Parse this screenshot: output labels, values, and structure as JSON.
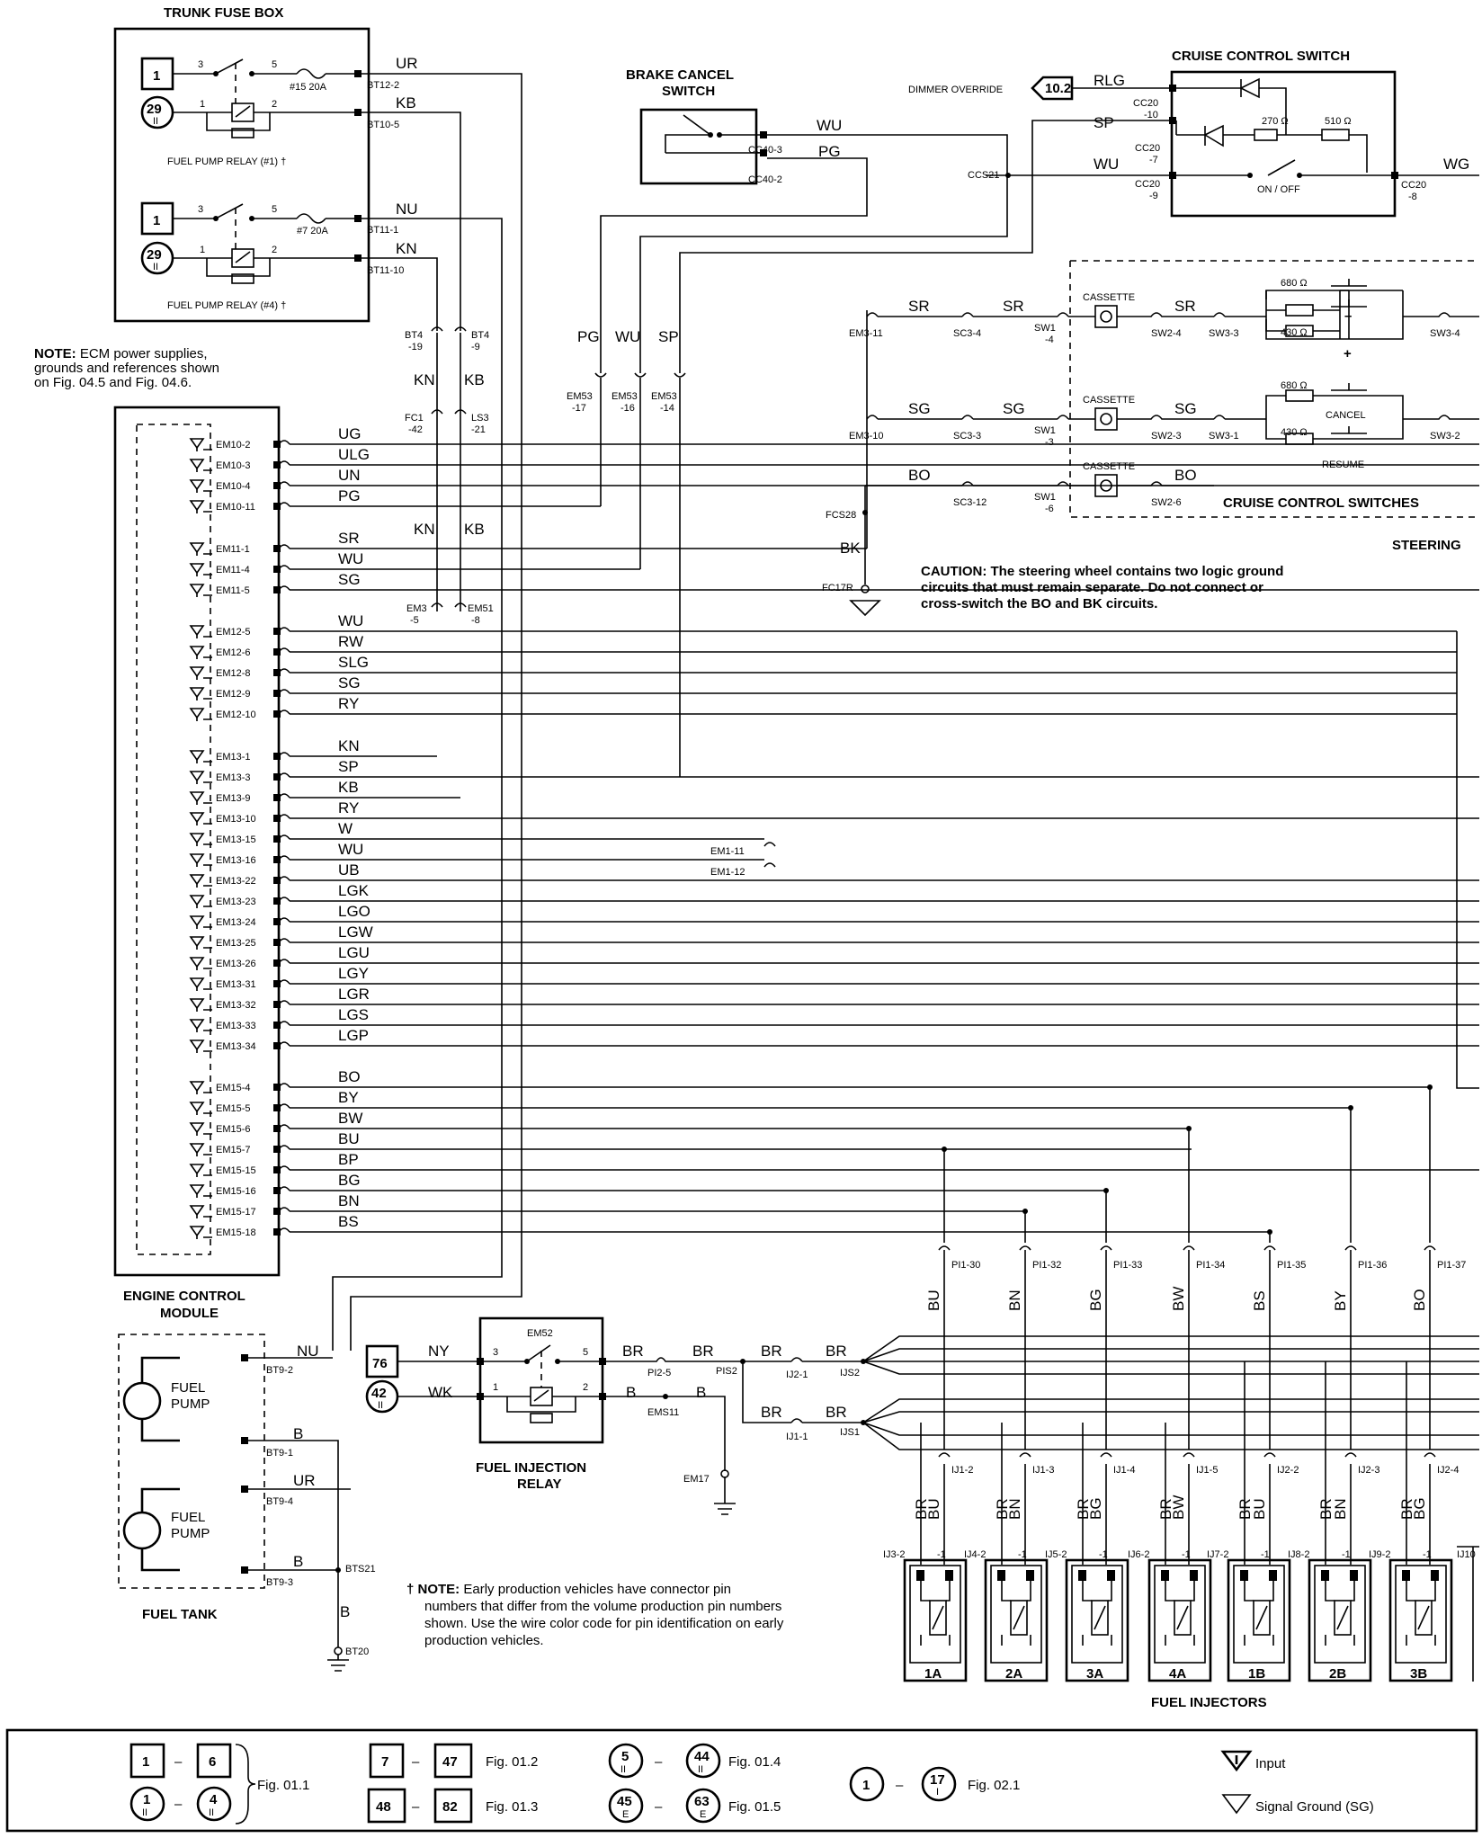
{
  "titles": {
    "trunk_fuse_box": "TRUNK FUSE BOX",
    "brake_cancel_switch_1": "BRAKE CANCEL",
    "brake_cancel_switch_2": "SWITCH",
    "cruise_control_switch": "CRUISE CONTROL SWITCH",
    "engine_control_module_1": "ENGINE CONTROL",
    "engine_control_module_2": "MODULE",
    "fuel_tank": "FUEL TANK",
    "fuel_injection_relay_1": "FUEL INJECTION",
    "fuel_injection_relay_2": "RELAY",
    "fuel_injectors": "FUEL INJECTORS",
    "cruise_control_switches": "CRUISE CONTROL SWITCHES",
    "steering": "STEERING"
  },
  "notes": {
    "ecm_note_bold": "NOTE:",
    "ecm_note_l1": " ECM power supplies,",
    "ecm_note_l2": "grounds and references shown",
    "ecm_note_l3": "on Fig. 04.5 and Fig. 04.6.",
    "caution_bold": "CAUTION:",
    "caution_l1": " The steering wheel contains two logic ground",
    "caution_l2": "circuits that must remain separate.  Do not connect or",
    "caution_l3": "cross-switch the BO and BK circuits.",
    "early_note_bold": "† NOTE:",
    "early_note_l1": "  Early production vehicles have connector pin",
    "early_note_l2": "numbers that differ from the volume production pin numbers",
    "early_note_l3": "shown.  Use the wire color code for pin identification on early",
    "early_note_l4": "production vehicles."
  },
  "fuse_box": {
    "relay1_label": "FUEL PUMP RELAY (#1) †",
    "relay4_label": "FUEL PUMP RELAY (#4) †",
    "fuse1": "#15 20A",
    "fuse2": "#7 20A",
    "ref_1a": "1",
    "ref_29a": "29",
    "ref_1b": "1",
    "ref_29b": "29",
    "roman": "II",
    "pins": [
      "3",
      "5",
      "1",
      "2",
      "3",
      "5",
      "1",
      "2"
    ],
    "connectors": [
      "BT12-2",
      "BT10-5",
      "BT11-1",
      "BT11-10"
    ],
    "wires": [
      "UR",
      "KB",
      "NU",
      "KN"
    ]
  },
  "bt4": {
    "c1": [
      "BT4",
      "-19"
    ],
    "c2": [
      "BT4",
      "-9"
    ],
    "w1": "KN",
    "w2": "KB",
    "c3": [
      "FC1",
      "-42"
    ],
    "c4": [
      "LS3",
      "-21"
    ],
    "w3": "KN",
    "w4": "KB",
    "c5": [
      "EM3",
      "-5"
    ],
    "c6": [
      "EM51",
      "-8"
    ]
  },
  "brake_switch": {
    "connectors": [
      "CC40-3",
      "CC40-2"
    ],
    "wires": [
      "WU",
      "PG"
    ],
    "em53": [
      [
        "EM53",
        "-17"
      ],
      [
        "EM53",
        "-16"
      ],
      [
        "EM53",
        "-14"
      ]
    ],
    "em53_wires": [
      "PG",
      "WU",
      "SP"
    ]
  },
  "cruise_switch": {
    "dimmer": "DIMMER OVERRIDE",
    "dimmer_ref": "10.2",
    "wires": [
      "RLG",
      "SP",
      "WU",
      "WG"
    ],
    "connectors": [
      [
        "CC20",
        "-10"
      ],
      [
        "CC20",
        "-7"
      ],
      [
        "CC20",
        "-9"
      ],
      [
        "CC20",
        "-8"
      ]
    ],
    "ccs21": "CCS21",
    "r1": "270 Ω",
    "r2": "510 Ω",
    "onoff": "ON / OFF"
  },
  "steering_switches": {
    "rows": [
      {
        "em": "EM3-11",
        "w1": "SR",
        "sc": "SC3-4",
        "w2": "SR",
        "sw1": [
          "SW1",
          "-4"
        ],
        "cass": "CASSETTE",
        "sw2": "SW2-4",
        "w3": "SR",
        "sw3": "SW3-3",
        "sw3r": "SW3-4"
      },
      {
        "em": "EM3-10",
        "w1": "SG",
        "sc": "SC3-3",
        "w2": "SG",
        "sw1": [
          "SW1",
          "-3"
        ],
        "cass": "CASSETTE",
        "sw2": "SW2-3",
        "w3": "SG",
        "sw3": "SW3-1",
        "sw3r": "SW3-2"
      },
      {
        "w1": "BO",
        "sc": "SC3-12",
        "w2": "",
        "sw1": [
          "SW1",
          "-6"
        ],
        "cass": "CASSETTE",
        "sw2": "SW2-6",
        "w3": "BO"
      }
    ],
    "res": [
      "680 Ω",
      "430 Ω",
      "680 Ω",
      "430 Ω"
    ],
    "minus": "–",
    "plus": "+",
    "cancel": "CANCEL",
    "resume": "RESUME",
    "fcs28": "FCS28",
    "bk": "BK",
    "fc17r": "FC17R"
  },
  "ecm": {
    "groups": [
      {
        "pins": [
          "EM10-2",
          "EM10-3",
          "EM10-4",
          "EM10-11"
        ],
        "wires": [
          "UG",
          "ULG",
          "UN",
          "PG"
        ]
      },
      {
        "pins": [
          "EM11-1",
          "EM11-4",
          "EM11-5"
        ],
        "wires": [
          "SR",
          "WU",
          "SG"
        ]
      },
      {
        "pins": [
          "EM12-5",
          "EM12-6",
          "EM12-8",
          "EM12-9",
          "EM12-10"
        ],
        "wires": [
          "WU",
          "RW",
          "SLG",
          "SG",
          "RY"
        ]
      },
      {
        "pins": [
          "EM13-1",
          "EM13-3",
          "EM13-9",
          "EM13-10",
          "EM13-15",
          "EM13-16",
          "EM13-22",
          "EM13-23",
          "EM13-24",
          "EM13-25",
          "EM13-26",
          "EM13-31",
          "EM13-32",
          "EM13-33",
          "EM13-34"
        ],
        "wires": [
          "KN",
          "SP",
          "KB",
          "RY",
          "W",
          "WU",
          "UB",
          "LGK",
          "LGO",
          "LGW",
          "LGU",
          "LGY",
          "LGR",
          "LGS",
          "LGP"
        ]
      },
      {
        "pins": [
          "EM15-4",
          "EM15-5",
          "EM15-6",
          "EM15-7",
          "EM15-15",
          "EM15-16",
          "EM15-17",
          "EM15-18"
        ],
        "wires": [
          "BO",
          "BY",
          "BW",
          "BU",
          "BP",
          "BG",
          "BN",
          "BS"
        ]
      }
    ],
    "em1": [
      "EM1-11",
      "EM1-12"
    ],
    "kn_label": "KN",
    "kb_label": "KB"
  },
  "fuel_tank": {
    "pump1": [
      "FUEL",
      "PUMP"
    ],
    "pump2": [
      "FUEL",
      "PUMP"
    ],
    "connectors": [
      "BT9-2",
      "BT9-1",
      "BT9-4",
      "BT9-3"
    ],
    "wires": [
      "NU",
      "B",
      "UR",
      "B"
    ],
    "bts21": "BTS21",
    "w_b": "B",
    "bt20": "BT20"
  },
  "inj_relay": {
    "ref76": "76",
    "ref42": "42",
    "roman": "II",
    "em52": "EM52",
    "w_in": [
      "NY",
      "WK"
    ],
    "pins": [
      "3",
      "5",
      "1",
      "2"
    ],
    "w_out": [
      "BR",
      "BR",
      "B",
      "B"
    ],
    "pi25": "PI2-5",
    "pis2": "PIS2",
    "ems11": "EMS11",
    "em17": "EM17",
    "ij21": "IJ2-1",
    "ij11": "IJ1-1",
    "ijs2": "IJS2",
    "ijs1": "IJS1",
    "br": "BR"
  },
  "injectors": {
    "pi_pins": [
      "PI1-30",
      "PI1-32",
      "PI1-33",
      "PI1-34",
      "PI1-35",
      "PI1-36",
      "PI1-37"
    ],
    "pi_wires": [
      "BU",
      "BN",
      "BG",
      "BW",
      "BS",
      "BY",
      "BO"
    ],
    "ij_pins": [
      "IJ1-2",
      "IJ1-3",
      "IJ1-4",
      "IJ1-5",
      "IJ2-2",
      "IJ2-3",
      "IJ2-4"
    ],
    "labels": [
      "1A",
      "2A",
      "3A",
      "4A",
      "1B",
      "2B",
      "3B"
    ],
    "top_pins": [
      "IJ3-2",
      "IJ4-2",
      "IJ5-2",
      "IJ6-2",
      "IJ7-2",
      "IJ8-2",
      "IJ9-2",
      "IJ10"
    ],
    "wires_br": "BR",
    "sig_wires": [
      "BU",
      "BN",
      "BG",
      "BW",
      "BU",
      "BN",
      "BG"
    ],
    "pin1": "-1"
  },
  "legend": {
    "a1": "1",
    "a2": "6",
    "a3": "1",
    "a4": "4",
    "roman": "II",
    "fig011": "Fig. 01.1",
    "b1": "7",
    "b2": "47",
    "fig012": "Fig. 01.2",
    "b3": "48",
    "b4": "82",
    "fig013": "Fig. 01.3",
    "c1": "5",
    "c2": "44",
    "fig014": "Fig. 01.4",
    "c3": "45",
    "c4": "63",
    "e": "E",
    "fig015": "Fig. 01.5",
    "d1": "1",
    "d2": "17",
    "fig021": "Fig. 02.1",
    "input": "Input",
    "sg": "Signal Ground (SG)"
  }
}
